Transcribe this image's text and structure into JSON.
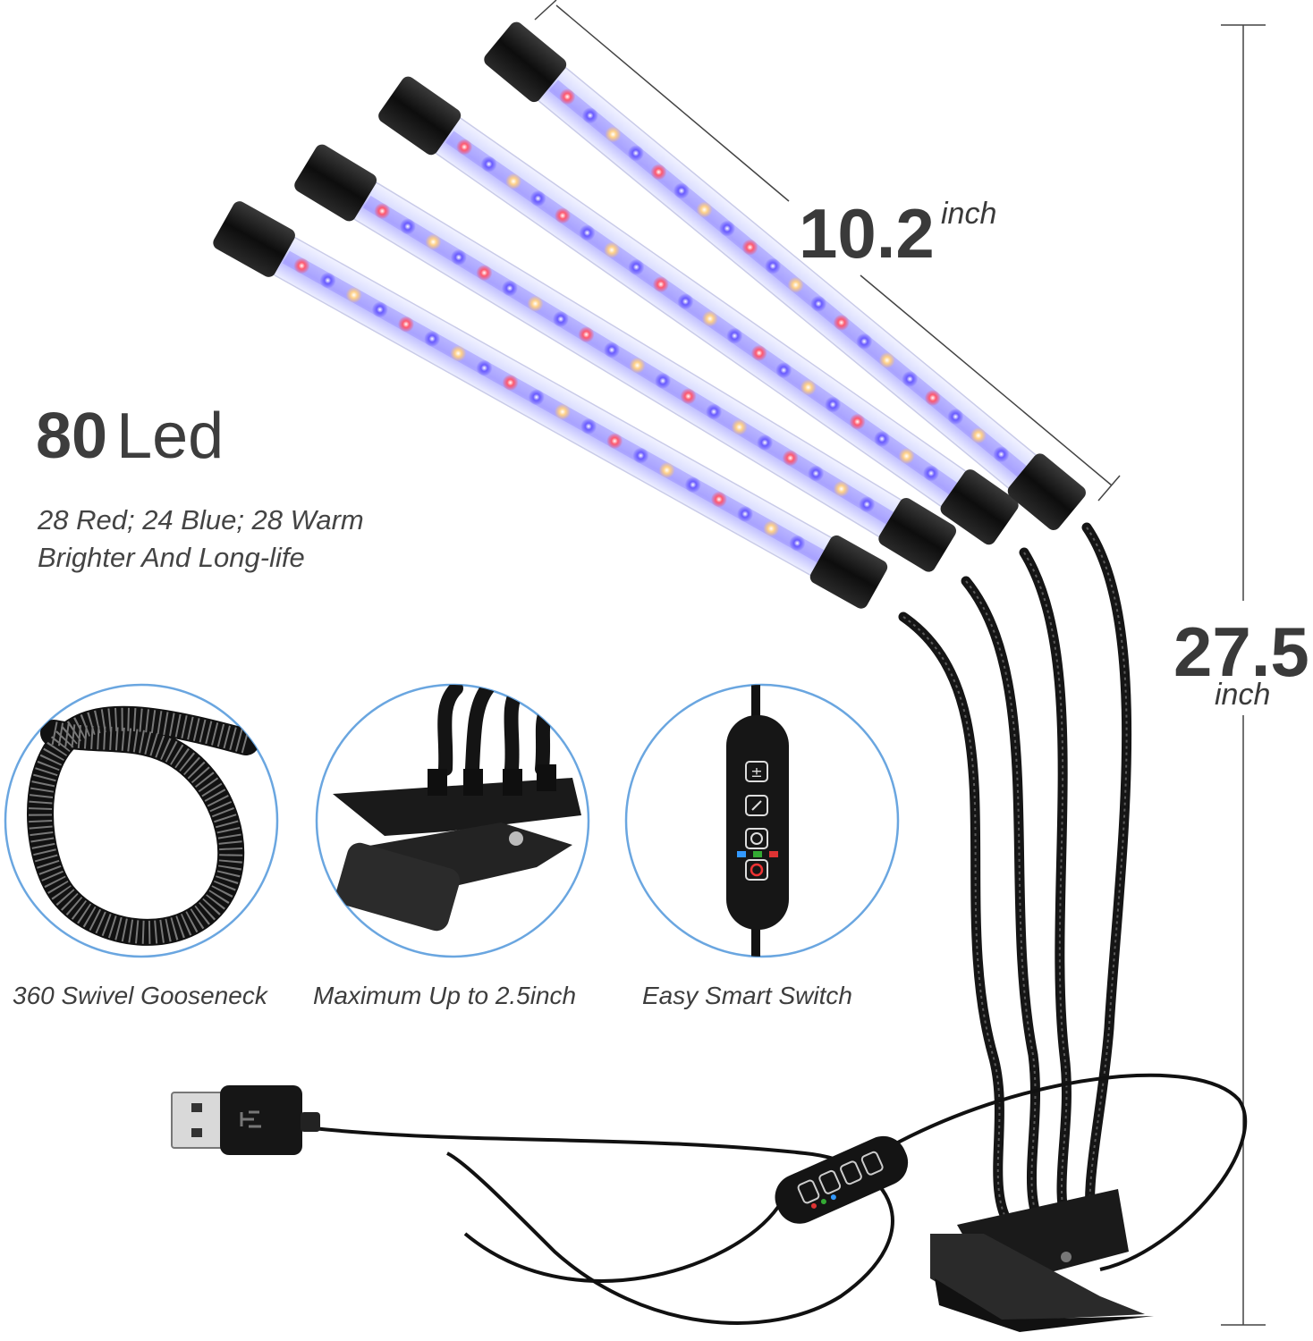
{
  "led_info": {
    "count": "80",
    "unit": "Led",
    "line1": "28 Red; 24 Blue; 28 Warm",
    "line2": "Brighter And Long-life"
  },
  "dimensions": {
    "tube_length_value": "10.2",
    "tube_length_unit": "inch",
    "total_height_value": "27.5",
    "total_height_unit": "inch"
  },
  "features": [
    {
      "caption": "360 Swivel Gooseneck",
      "icon": "gooseneck-coil-icon"
    },
    {
      "caption": "Maximum Up to 2.5inch",
      "icon": "clip-clamp-icon"
    },
    {
      "caption": "Easy Smart Switch",
      "icon": "remote-switch-icon"
    }
  ],
  "colors": {
    "circle_border": "#6aa6e0",
    "text": "#3d3d3d",
    "led_red": "#ff3b5c",
    "led_blue": "#5a4cff",
    "led_warm": "#ffd28a"
  }
}
